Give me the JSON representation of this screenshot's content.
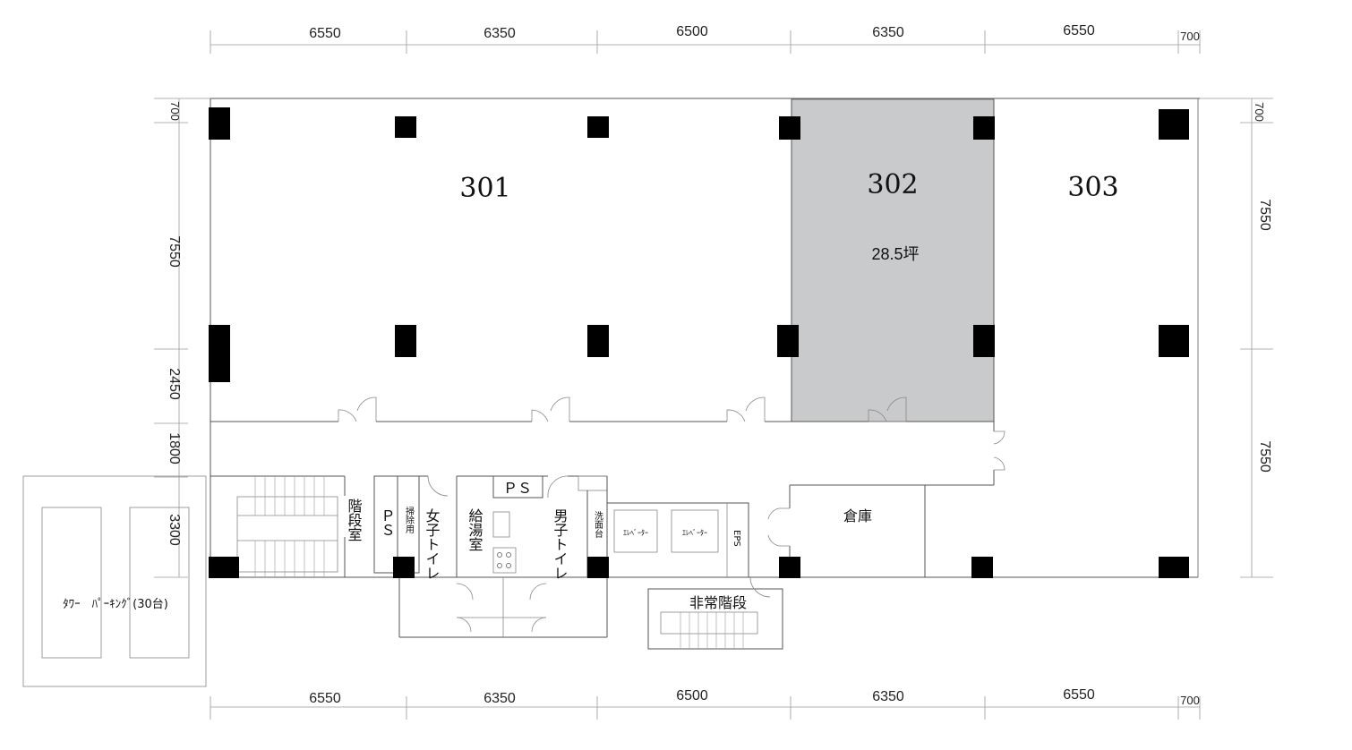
{
  "dimensions": {
    "top": [
      "6550",
      "6350",
      "6500",
      "6350",
      "6550",
      "700"
    ],
    "bottom": [
      "6550",
      "6350",
      "6500",
      "6350",
      "6550",
      "700"
    ],
    "left": [
      "700",
      "7550",
      "2450",
      "1800",
      "3300"
    ],
    "right": [
      "700",
      "7550",
      "7550"
    ]
  },
  "units": {
    "u301": {
      "name": "301"
    },
    "u302": {
      "name": "302",
      "area": "28.5坪"
    },
    "u303": {
      "name": "303"
    }
  },
  "rooms": {
    "stairs": "階段室",
    "ps_left": "ＰＳ",
    "cleaning": "掃除用",
    "women_toilet": "女子トイレ",
    "kitchenette": "給湯室",
    "ps_top": "ＰＳ",
    "men_toilet": "男子トイレ",
    "washstand": "洗面台",
    "elevator1": "ｴﾚﾍﾞｰﾀｰ",
    "elevator2": "ｴﾚﾍﾞｰﾀｰ",
    "eps": "EPS",
    "storage": "倉庫",
    "emergency_stairs": "非常階段",
    "parking": "ﾀﾜｰ　ﾊﾟｰｷﾝｸﾞ(30台)"
  },
  "colors": {
    "highlight_unit": "#c8cacc",
    "column": "#000000"
  }
}
